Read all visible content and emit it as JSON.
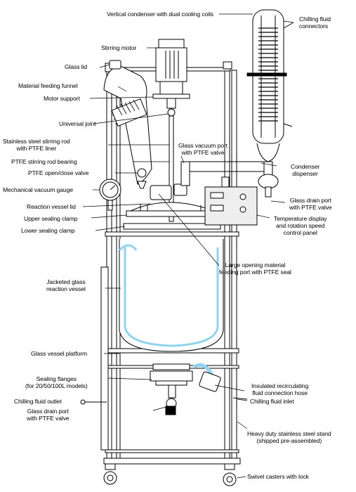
{
  "labels": {
    "vertical_condenser": "Vertical condenser with dual cooling coils",
    "chilling_fluid_connectors": "Chilling fluid\nconnectors",
    "stirring_motor": "Stirring motor",
    "glass_lid": "Glass lid",
    "material_feeding_funnel": "Material feeding funnel",
    "motor_support": "Motor support",
    "universal_joint": "Universal joint",
    "stirring_rod": "Stainless steel stirring rod\nwith PTFE liner",
    "glass_vacuum_port": "Glass vacuum port\nwith PTFE valve",
    "rod_bearing": "PTFE stirring rod bearing",
    "ptfe_valve": "PTFE open/close valve",
    "condenser_dispenser": "Condenser\ndispenser",
    "vacuum_gauge": "Mechanical vacuum gauge",
    "glass_drain_port_top": "Glass drain port\nwith PTFE valve",
    "reaction_vessel_lid": "Reaction vessel lid",
    "upper_sealing_clamp": "Upper sealing clamp",
    "temperature_display": "Temperature display\nand rotation speed\ncontrol panel",
    "lower_sealing_clamp": "Lower sealing clamp",
    "large_opening_port": "Large opening material\nfeeding port with PTFE seal",
    "jacketed_vessel": "Jacketed glass\nreaction vessel",
    "vessel_platform": "Glass vessel platform",
    "sealing_flanges": "Sealing flanges\n(for 20/50/100L models)",
    "insulated_hose": "Insulated recirculating\nfluid connection hose",
    "chilling_fluid_outlet": "Chilling fluid outlet",
    "chilling_fluid_inlet": "Chilling fluid inlet",
    "glass_drain_port_bottom": "Glass drain port\nwith PTFE valve",
    "stand": "Heavy duty stainless steel stand\n(shipped pre-assembled)",
    "casters": "Swivel casters with lock"
  },
  "colors": {
    "ink": "#000000",
    "jacket_fluid": "#8fd3ee",
    "panel": "#eeeeee"
  }
}
